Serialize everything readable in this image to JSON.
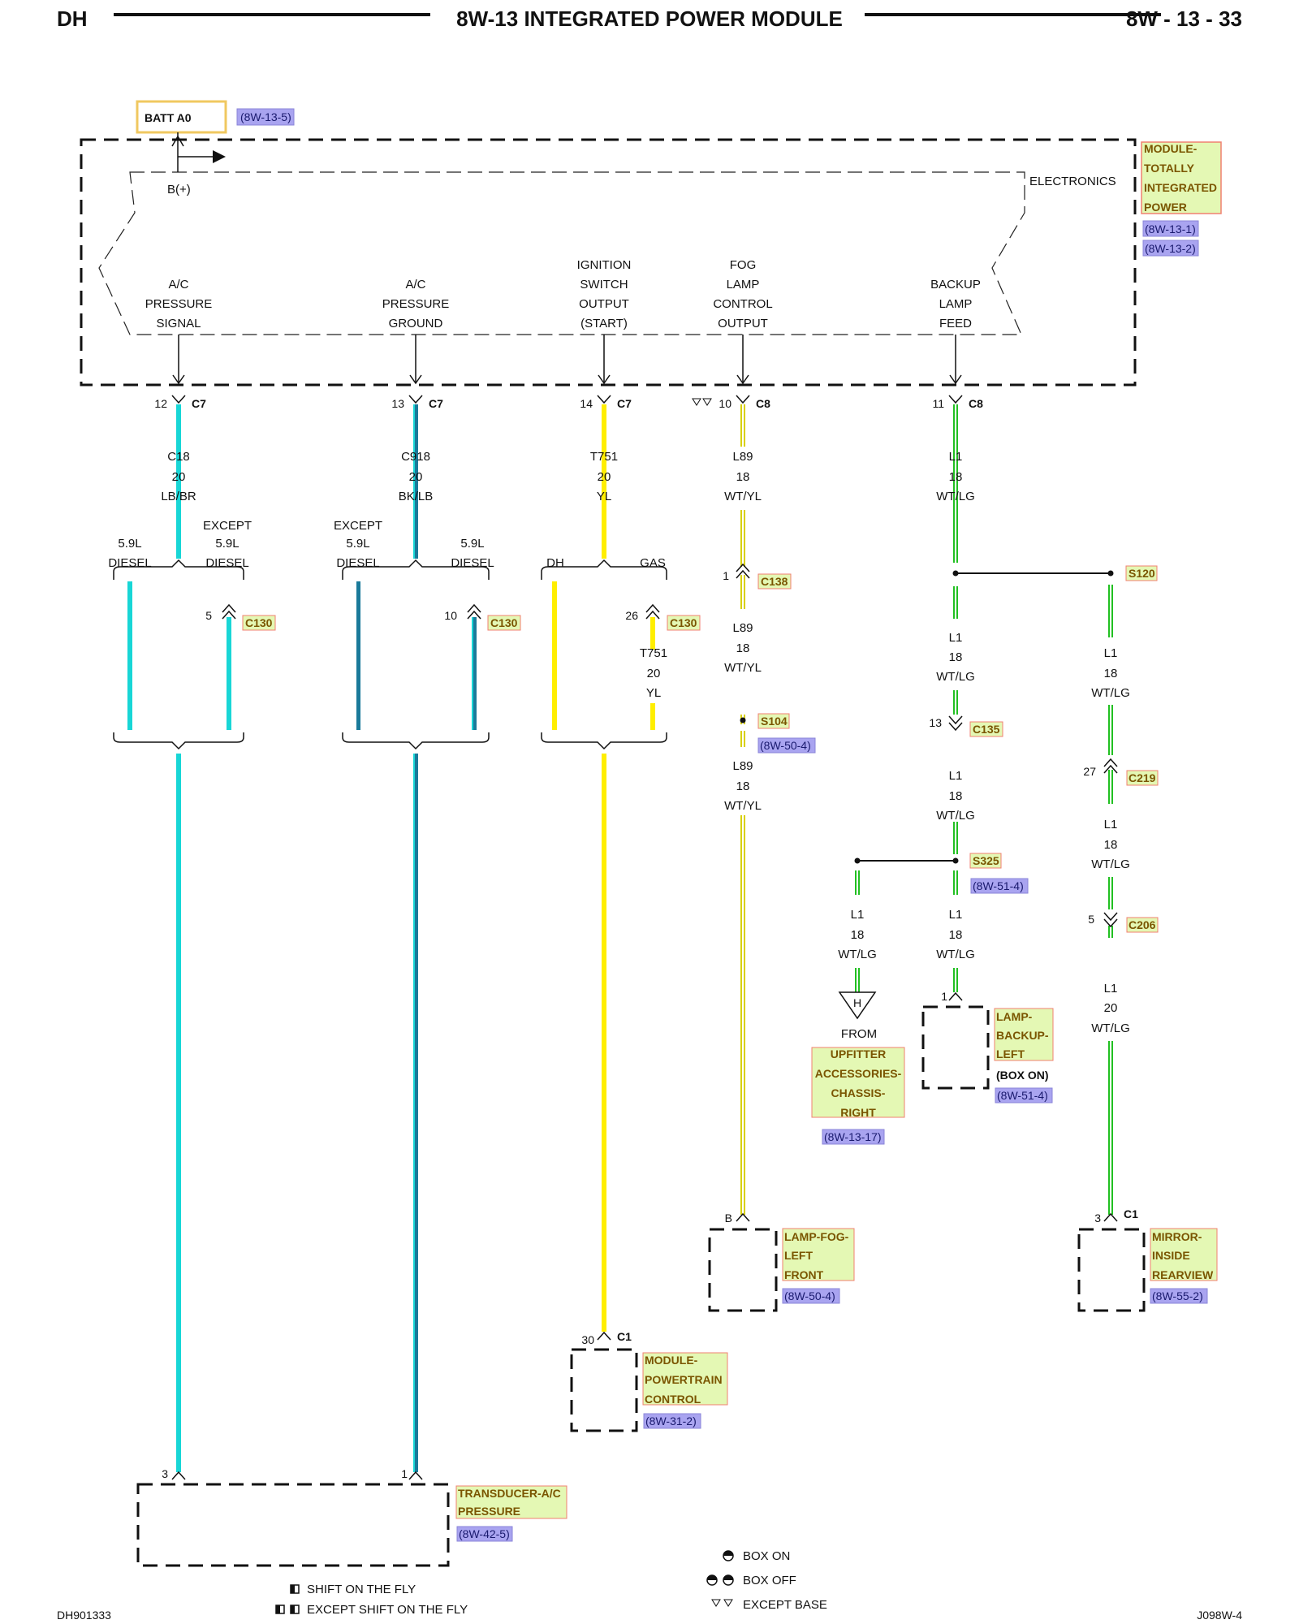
{
  "header": {
    "left": "DH",
    "title": "8W-13 INTEGRATED POWER MODULE",
    "page": "8W - 13 - 33"
  },
  "footer": {
    "left_code": "DH901333",
    "right_code": "J098W-4"
  },
  "legend": {
    "box_on": "BOX ON",
    "box_off": "BOX OFF",
    "except_base": "EXCEPT BASE",
    "shift_on_fly": "SHIFT ON THE FLY",
    "except_shift_on_fly": "EXCEPT SHIFT ON THE FLY"
  },
  "colors": {
    "LB/BR": "#18d6d6",
    "BK/LB": "#1a7a9a",
    "YL": "#ffee00",
    "WT/YL": "#d8d000",
    "WT/LG": "#22c022",
    "tag_green": "#e4f8b4",
    "tag_border": "#f08070",
    "ref_purple": "#a9a4f0",
    "batt_border": "#f0c860"
  },
  "module": {
    "batt_label": "BATT A0",
    "batt_ref": "(8W-13-5)",
    "bplus": "B(+)",
    "electronics": "ELECTRONICS",
    "name": [
      "MODULE-",
      "TOTALLY",
      "INTEGRATED",
      "POWER"
    ],
    "refs": [
      "(8W-13-1)",
      "(8W-13-2)"
    ]
  },
  "outputs": [
    {
      "lines": [
        "A/C",
        "PRESSURE",
        "SIGNAL"
      ],
      "pin": "12",
      "conn": "C7",
      "circuit": "C18",
      "gauge": "20",
      "color": "LB/BR"
    },
    {
      "lines": [
        "A/C",
        "PRESSURE",
        "GROUND"
      ],
      "pin": "13",
      "conn": "C7",
      "circuit": "C918",
      "gauge": "20",
      "color": "BK/LB"
    },
    {
      "lines": [
        "IGNITION",
        "SWITCH",
        "OUTPUT",
        "(START)"
      ],
      "pin": "14",
      "conn": "C7",
      "circuit": "T751",
      "gauge": "20",
      "color": "YL"
    },
    {
      "lines": [
        "FOG",
        "LAMP",
        "CONTROL",
        "OUTPUT"
      ],
      "pin": "10",
      "conn": "C8",
      "circuit": "L89",
      "gauge": "18",
      "color": "WT/YL"
    },
    {
      "lines": [
        "BACKUP",
        "LAMP",
        "FEED"
      ],
      "pin": "11",
      "conn": "C8",
      "circuit": "L1",
      "gauge": "18",
      "color": "WT/LG"
    }
  ],
  "splits": {
    "col1": {
      "left": [
        "5.9L",
        "DIESEL"
      ],
      "right": [
        "EXCEPT",
        "5.9L",
        "DIESEL"
      ],
      "pin": "5",
      "conn": "C130"
    },
    "col2": {
      "left": [
        "EXCEPT",
        "5.9L",
        "DIESEL"
      ],
      "right": [
        "5.9L",
        "DIESEL"
      ],
      "pin": "10",
      "conn": "C130"
    },
    "col3": {
      "left": "DH",
      "right": "GAS",
      "pin": "26",
      "conn": "C130",
      "circuit": "T751",
      "gauge": "20",
      "color": "YL"
    }
  },
  "fog_path": {
    "c138": {
      "pin": "1",
      "conn": "C138"
    },
    "wire2": {
      "circuit": "L89",
      "gauge": "18",
      "color": "WT/YL"
    },
    "splice": "S104",
    "splice_ref": "(8W-50-4)",
    "wire3": {
      "circuit": "L89",
      "gauge": "18",
      "color": "WT/YL"
    },
    "end_pin": "B",
    "device": [
      "LAMP-FOG-",
      "LEFT",
      "FRONT"
    ],
    "device_ref": "(8W-50-4)"
  },
  "backup_path": {
    "splice_s120": "S120",
    "wire_a": {
      "circuit": "L1",
      "gauge": "18",
      "color": "WT/LG"
    },
    "c135": {
      "pin": "13",
      "conn": "C135"
    },
    "wire_b": {
      "circuit": "L1",
      "gauge": "18",
      "color": "WT/LG"
    },
    "splice_s325": "S325",
    "s325_ref": "(8W-51-4)",
    "left_wire": {
      "circuit": "L1",
      "gauge": "18",
      "color": "WT/LG"
    },
    "from_letter": "H",
    "from_label": "FROM",
    "upfitter": [
      "UPFITTER",
      "ACCESSORIES-",
      "CHASSIS-",
      "RIGHT"
    ],
    "upfitter_ref": "(8W-13-17)",
    "right_wire": {
      "circuit": "L1",
      "gauge": "18",
      "color": "WT/LG"
    },
    "lamp_pin": "1",
    "lamp": [
      "LAMP-",
      "BACKUP-",
      "LEFT"
    ],
    "lamp_note": "(BOX ON)",
    "lamp_ref": "(8W-51-4)"
  },
  "mirror_path": {
    "wire_a": {
      "circuit": "L1",
      "gauge": "18",
      "color": "WT/LG"
    },
    "c219": {
      "pin": "27",
      "conn": "C219"
    },
    "wire_b": {
      "circuit": "L1",
      "gauge": "18",
      "color": "WT/LG"
    },
    "c206": {
      "pin": "5",
      "conn": "C206"
    },
    "wire_c": {
      "circuit": "L1",
      "gauge": "20",
      "color": "WT/LG"
    },
    "end_pin": "3",
    "end_conn": "C1",
    "device": [
      "MIRROR-",
      "INSIDE",
      "REARVIEW"
    ],
    "device_ref": "(8W-55-2)"
  },
  "pcm": {
    "pin": "30",
    "conn": "C1",
    "name": [
      "MODULE-",
      "POWERTRAIN",
      "CONTROL"
    ],
    "ref": "(8W-31-2)"
  },
  "transducer": {
    "pin_left": "3",
    "pin_right": "1",
    "name": [
      "TRANSDUCER-A/C",
      "PRESSURE"
    ],
    "ref": "(8W-42-5)"
  }
}
